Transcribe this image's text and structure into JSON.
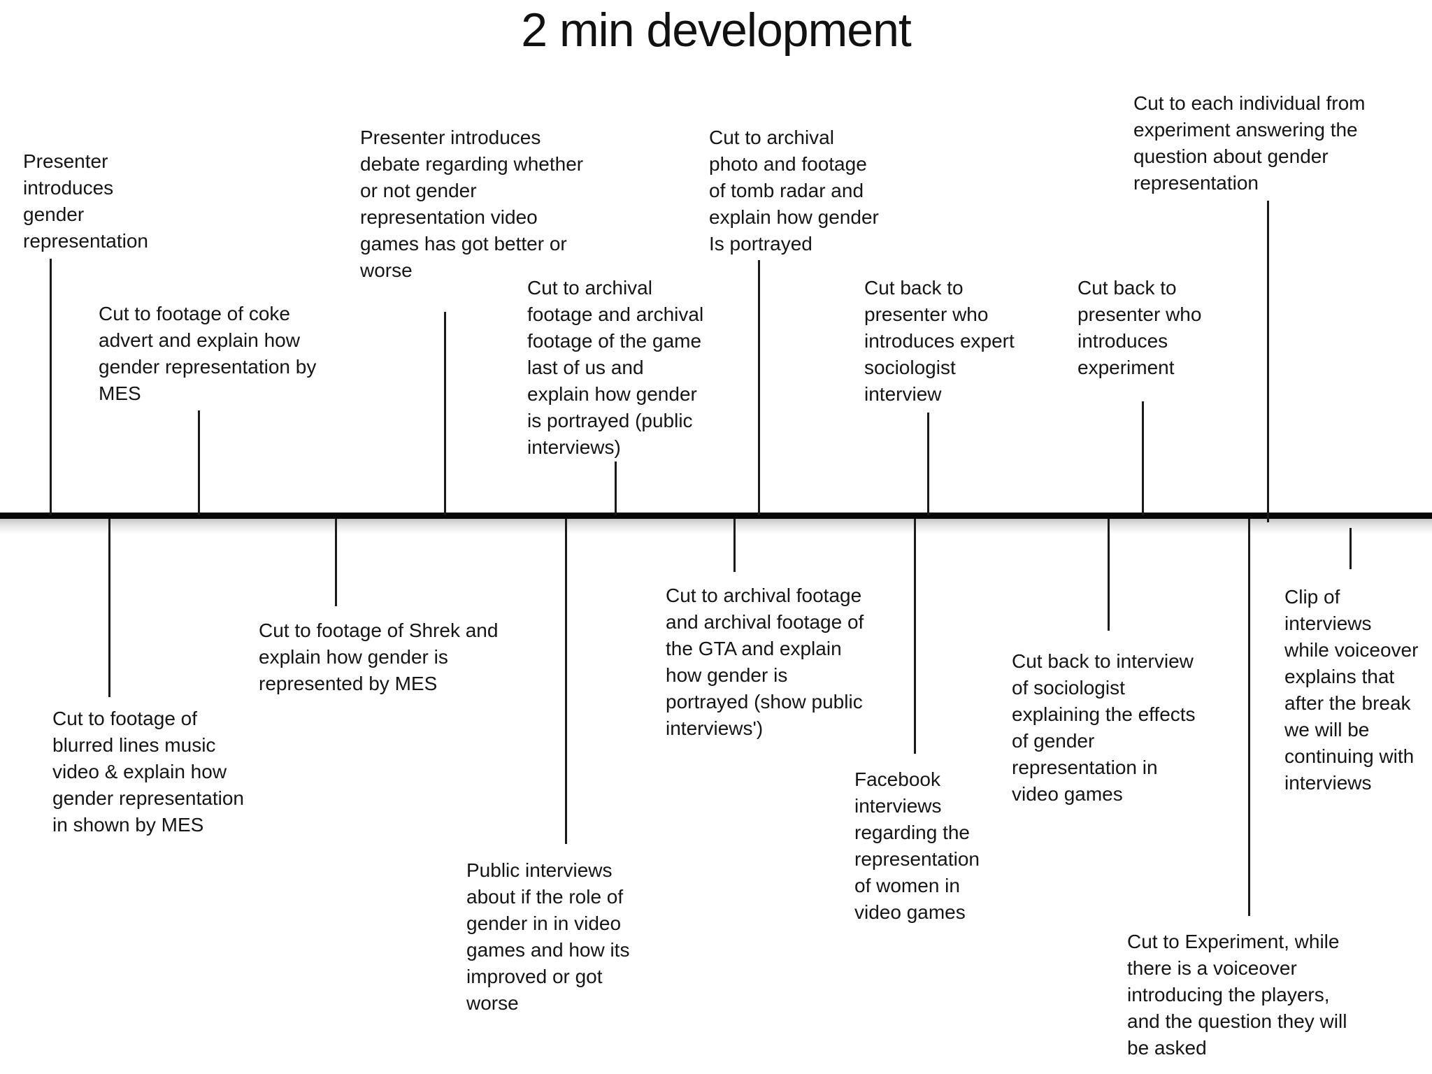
{
  "title": "2 min development",
  "colors": {
    "background": "#ffffff",
    "text": "#151515",
    "axis_line": "#070707",
    "connector_line": "#1a1a1a",
    "axis_shadow": "#c6c6c6"
  },
  "timeline": {
    "orientation": "horizontal",
    "events_above": [
      {
        "text": "Presenter\nintroduces\ngender\nrepresentation"
      },
      {
        "text": "Cut to footage of coke\nadvert and explain how\ngender representation by\nMES"
      },
      {
        "text": "Presenter introduces\ndebate regarding whether\nor not gender\nrepresentation video\ngames has got better or\nworse"
      },
      {
        "text": "Cut to archival\nfootage and archival\nfootage of the game\nlast of us and\nexplain how gender\nis portrayed (public\ninterviews)"
      },
      {
        "text": "Cut to archival\nphoto and footage\nof tomb radar and\nexplain how gender\nIs portrayed"
      },
      {
        "text": "Cut back to\npresenter who\nintroduces expert\nsociologist\ninterview"
      },
      {
        "text": "Cut back to\npresenter who\nintroduces\nexperiment"
      },
      {
        "text": "Cut to each individual from\nexperiment answering the\nquestion about gender\nrepresentation"
      }
    ],
    "events_below": [
      {
        "text": "Cut to footage of\nblurred lines music\nvideo & explain how\ngender representation\nin shown by MES"
      },
      {
        "text": "Cut to footage of Shrek and\nexplain how gender is\nrepresented by MES"
      },
      {
        "text": "Public interviews\nabout if the role of\ngender in in video\ngames and how its\nimproved or got\nworse"
      },
      {
        "text": "Cut to archival footage\nand archival footage of\nthe GTA and explain\nhow gender is\nportrayed (show public\ninterviews')"
      },
      {
        "text": "Facebook\ninterviews\nregarding the\nrepresentation\nof women in\nvideo games"
      },
      {
        "text": "Cut back to interview\nof sociologist\nexplaining the effects\nof gender\nrepresentation in\nvideo games"
      },
      {
        "text": "Cut to Experiment, while\nthere is a voiceover\nintroducing the players,\nand the question they will\nbe asked"
      },
      {
        "text": "Clip of\ninterviews\nwhile voiceover\nexplains that\nafter the break\nwe will be\ncontinuing with\ninterviews"
      }
    ]
  }
}
